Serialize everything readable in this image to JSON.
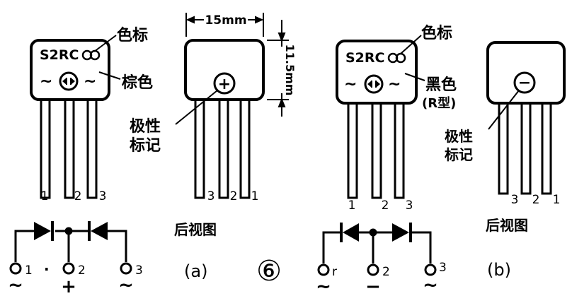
{
  "figure_number": "⑥",
  "panel_a": {
    "caption": "(a)",
    "front": {
      "marking": "S2RC",
      "color_mark_label": "色标",
      "body_color_label": "棕色",
      "pins": [
        "1",
        "2",
        "3"
      ]
    },
    "rear": {
      "view_label": "后视图",
      "polarity_symbol": "+",
      "polarity_label_line1": "极性",
      "polarity_label_line2": "标记",
      "width_dim": "15mm",
      "height_dim": "11.5mm",
      "pins": [
        "3",
        "2",
        "1"
      ]
    },
    "circuit": {
      "terminals": [
        "1",
        "2",
        "3"
      ],
      "terminal_symbols": [
        "~",
        "+",
        "~"
      ],
      "separator": "·"
    }
  },
  "panel_b": {
    "caption": "(b)",
    "front": {
      "marking": "S2RC",
      "color_mark_label": "色标",
      "body_color_label": "黑色",
      "type_label": "(R型)",
      "pins": [
        "1",
        "2",
        "3"
      ]
    },
    "rear": {
      "view_label": "后视图",
      "polarity_symbol": "−",
      "polarity_label_line1": "极性",
      "polarity_label_line2": "标记",
      "pins": [
        "3",
        "2",
        "1"
      ]
    },
    "circuit": {
      "terminals": [
        "r",
        "2",
        "3"
      ],
      "terminal_symbols": [
        "~",
        "−",
        "~"
      ]
    }
  }
}
